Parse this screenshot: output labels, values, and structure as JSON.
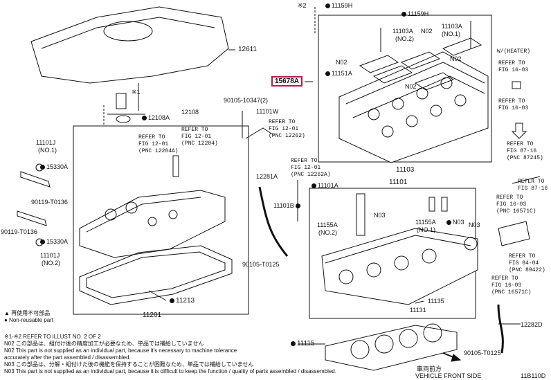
{
  "labels": {
    "l11159H_a": "11159H",
    "l11159H_b": "11159H",
    "l11103A_1": "11103A",
    "l11103A_2": "11103A",
    "no2_a": "N02",
    "no2_b": "N02",
    "no2_c": "N02",
    "no2_d": "N02",
    "no_1": "(NO.1)",
    "no_2": "(NO.2)",
    "l11151A": "11151A",
    "l12611": "12611",
    "l15678A": "15678A",
    "l90105_10347": "90105-10347(2)",
    "l12108": "12108",
    "l12108A": "12108A",
    "l11101W": "11101W",
    "l11101J_1": "11101J",
    "l11101J_1_no": "(NO.1)",
    "l15330A_1": "15330A",
    "l90119_1": "90119-T0136",
    "l90119_2": "90119-T0136",
    "l15330A_2": "15330A",
    "l11101J_2": "11101J",
    "l11101J_2_no": "(NO.2)",
    "ref_12_01_a": "REFER TO",
    "ref_12_01_a2": "FIG 12-01",
    "ref_12_01_a3": "(PNC 12204A)",
    "ref_12_01_b": "REFER TO",
    "ref_12_01_b2": "FIG 12-01",
    "ref_12_01_b3": "(PNC 12204)",
    "ref_12_01_c": "REFER TO",
    "ref_12_01_c2": "FIG 12-01",
    "ref_12_01_c3": "(PNC 12262)",
    "ref_12_01_d": "REFER TO",
    "ref_12_01_d2": "FIG 12-01",
    "ref_12_01_d3": "(PNC 12262A)",
    "l11103": "11103",
    "l12281A": "12281A",
    "l11101A": "11101A",
    "l11101": "11101",
    "l11101B": "11101B",
    "l11155A_1": "11155A",
    "l11155A_1_no": "(NO.2)",
    "l11155A_2": "11155A",
    "l11155A_2_no": "(NO.1)",
    "no3_a": "N03",
    "no3_b": "N03",
    "no3_c": "N03",
    "l90105_T0125_a": "90105-T0125",
    "l11213": "11213",
    "l11201": "11201",
    "l11135": "11135",
    "l11131": "11131",
    "l11115": "11115",
    "l12282D": "12282D",
    "l90105_T0125_b": "90105-T0125",
    "w_heater": "W/(HEATER)",
    "ref_16_03_a": "REFER TO",
    "ref_16_03_a2": "FIG 16-03",
    "ref_16_03_b": "REFER TO",
    "ref_16_03_b2": "FIG 16-03",
    "ref_87_16_a": "REFER TO",
    "ref_87_16_a2": "FIG 87-16",
    "ref_87_16_a3": "(PNC 87245)",
    "ref_87_16_b": "REFER TO",
    "ref_87_16_b2": "FIG 87-16",
    "ref_16_03_c": "REFER TO",
    "ref_16_03_c2": "FIG 16-03",
    "ref_16_03_c3": "(PNC 16571C)",
    "ref_84_04": "REFER TO",
    "ref_84_04_2": "FIG 84-04",
    "ref_84_04_3": "(PNC 89422)",
    "ref_16_03_d": "REFER TO",
    "ref_16_03_d2": "FIG 16-03",
    "ref_16_03_d3": "(PNC 16571C)",
    "mark1": "※1",
    "mark2": "※2",
    "front": "VEHICLE FRONT SIDE",
    "front_jp": "車両前方",
    "code": "11B110D"
  },
  "notes": [
    "▲ 再使用不可部品",
    "● Non-reusable part",
    "※1-※2 REFER TO ILLUST NO. 2 OF 2",
    "N02  この部品は、組付け後の精度加工が必要なため、単品では補給していません",
    "N02  This part is not supplied as an individual part, because it's necessary to machine tolerance",
    "        accurately after the part assembled / disassembled.",
    "N03  この部品は、分解・組付けた後の機能を保持することが困難なため、単品では補給していません",
    "N03  This part is not supplied as an individual part, because it is difficult to keep the function / quality of parts  assembled / disassembled."
  ],
  "colors": {
    "line": "#111111",
    "highlight": "#c0144c",
    "background": "#ffffff"
  }
}
